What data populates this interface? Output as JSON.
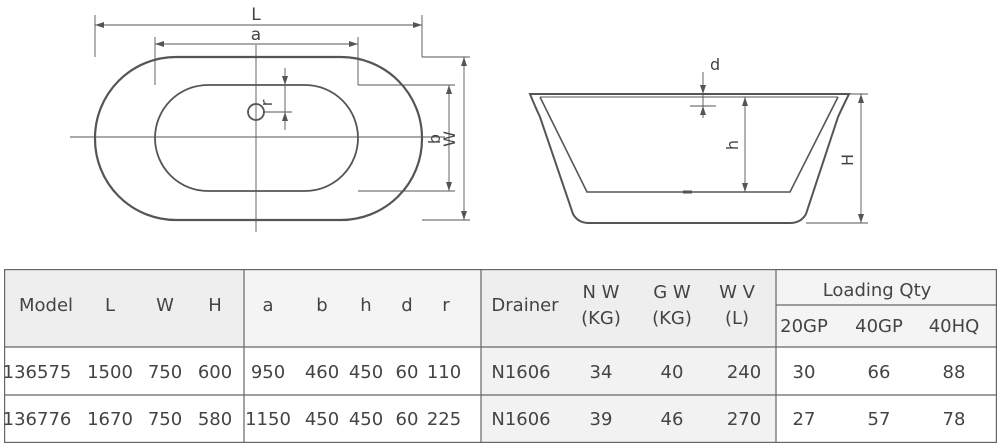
{
  "drawing": {
    "top_view": {
      "label_L": "L",
      "label_a": "a",
      "label_r": "r",
      "label_b": "b",
      "label_W": "W"
    },
    "side_view": {
      "label_d": "d",
      "label_h": "h",
      "label_H": "H"
    }
  },
  "table": {
    "headers": {
      "model": "Model",
      "L": "L",
      "W": "W",
      "H": "H",
      "a": "a",
      "b": "b",
      "h": "h",
      "d": "d",
      "r": "r",
      "drainer": "Drainer",
      "nw_1": "N W",
      "nw_2": "(KG)",
      "gw_1": "G W",
      "gw_2": "(KG)",
      "wv_1": "W V",
      "wv_2": "(L)",
      "loading": "Loading Qty",
      "gp20": "20GP",
      "gp40": "40GP",
      "hq40": "40HQ"
    },
    "rows": [
      {
        "model": "136575",
        "L": "1500",
        "W": "750",
        "H": "600",
        "a": "950",
        "b": "460",
        "h": "450",
        "d": "60",
        "r": "110",
        "drainer": "N1606",
        "nw": "34",
        "gw": "40",
        "wv": "240",
        "gp20": "30",
        "gp40": "66",
        "hq40": "88"
      },
      {
        "model": "136776",
        "L": "1670",
        "W": "750",
        "H": "580",
        "a": "1150",
        "b": "450",
        "h": "450",
        "d": "60",
        "r": "225",
        "drainer": "N1606",
        "nw": "39",
        "gw": "46",
        "wv": "270",
        "gp20": "27",
        "gp40": "57",
        "hq40": "78"
      }
    ],
    "colors": {
      "header_bg": "#eeeeee",
      "line": "#666666"
    }
  }
}
